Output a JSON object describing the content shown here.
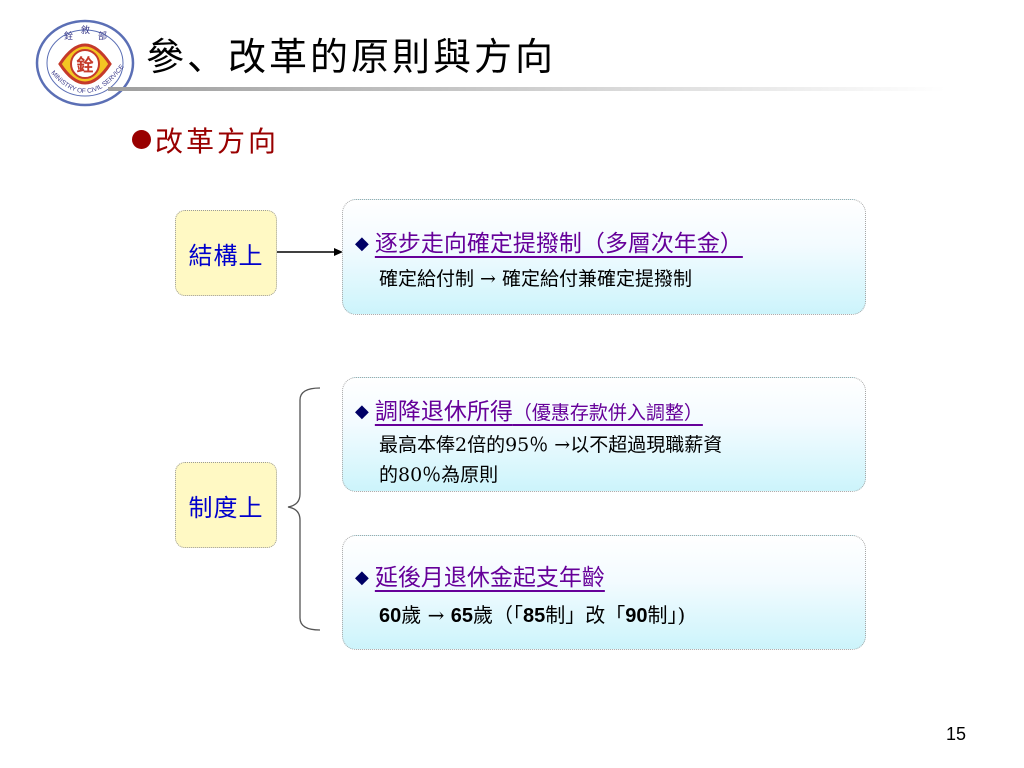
{
  "slide": {
    "title": "參、改革的原則與方向",
    "subtitle": "改革方向",
    "page_number": "15"
  },
  "logo": {
    "chars": [
      "銓",
      "敘",
      "部"
    ],
    "center_char": "銓",
    "ring_text": "MINISTRY OF CIVIL SERVICE"
  },
  "categories": [
    {
      "label": "結構上"
    },
    {
      "label": "制度上"
    }
  ],
  "cards": [
    {
      "heading": "逐步走向確定提撥制（多層次年金）",
      "heading_note": "",
      "lines": [
        "確定給付制 → 確定給付兼確定提撥制"
      ]
    },
    {
      "heading": "調降退休所得",
      "heading_note": "（優惠存款併入調整）",
      "lines": [
        "最高本俸2倍的95％ →以不超過現職薪資",
        "的80％為原則"
      ]
    },
    {
      "heading": "延後月退休金起支年齡",
      "heading_note": "",
      "line_parts": {
        "a": "60",
        "b": "歲",
        "c": " → ",
        "d": "65",
        "e": "歲（「",
        "f": "85",
        "g": "制」改「",
        "h": "90",
        "i": "制」)"
      }
    }
  ],
  "colors": {
    "title_rule_start": "#b8b8b8",
    "subtitle": "#990000",
    "label_text": "#0000cc",
    "label_bg": "#fff9c4",
    "card_heading": "#660099",
    "card_bg_bottom": "#ccf4fb"
  }
}
